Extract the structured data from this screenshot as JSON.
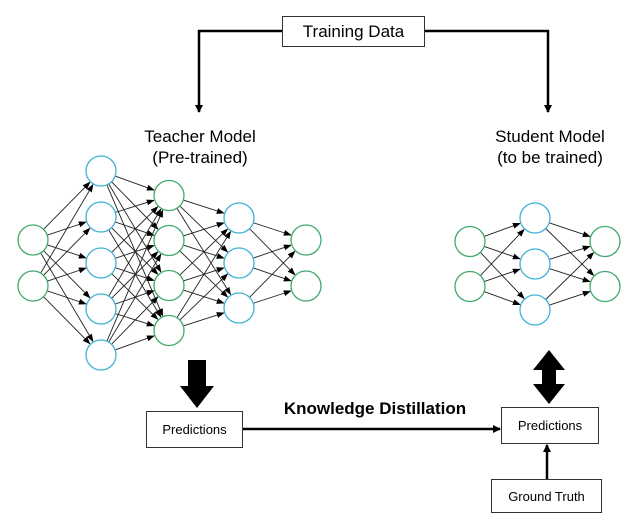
{
  "training_data": "Training Data",
  "teacher": {
    "title": "Teacher Model",
    "subtitle": "(Pre-trained)",
    "layers": [
      2,
      5,
      4,
      3,
      2
    ]
  },
  "student": {
    "title": "Student Model",
    "subtitle": "(to be trained)",
    "layers": [
      2,
      3,
      2
    ]
  },
  "teacher_predictions": "Predictions",
  "student_predictions": "Predictions",
  "ground_truth": "Ground Truth",
  "knowledge_distillation": "Knowledge Distillation",
  "colors": {
    "green_node": "#43a96c",
    "blue_node": "#3fb2d6"
  }
}
